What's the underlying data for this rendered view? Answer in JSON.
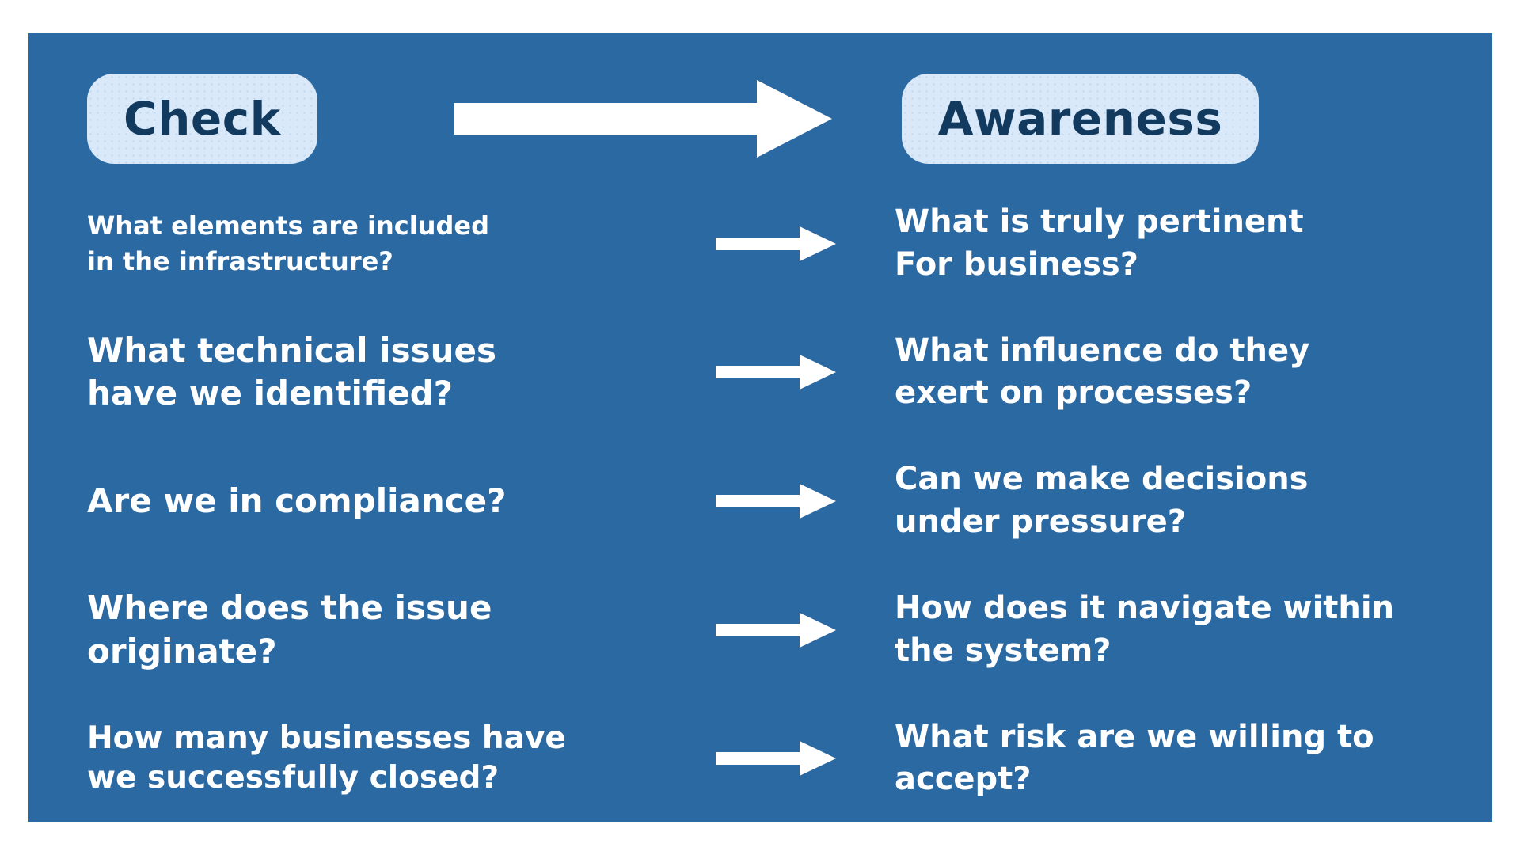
{
  "colors": {
    "panel_background": "#2B69A3",
    "badge_background": "#D9E9F9",
    "badge_text": "#12395E",
    "body_text": "#FFFFFF",
    "arrow": "#FFFFFF",
    "page_background": "#FFFFFF"
  },
  "header": {
    "left_label": "Check",
    "right_label": "Awareness"
  },
  "rows": [
    {
      "check": "What elements are included\nin the infrastructure?",
      "awareness": "What is truly pertinent\nFor business?"
    },
    {
      "check": "What technical issues\nhave we identified?",
      "awareness": "What influence do they\nexert on processes?"
    },
    {
      "check": "Are we in compliance?",
      "awareness": "Can we make decisions\nunder pressure?"
    },
    {
      "check": "Where does the issue\noriginate?",
      "awareness": "How does it navigate within\nthe system?"
    },
    {
      "check": "How many businesses have\nwe successfully closed?",
      "awareness": "What risk are we willing to\naccept?"
    }
  ],
  "icons": {
    "header_arrow": "big-right-arrow",
    "row_arrow": "right-arrow"
  }
}
